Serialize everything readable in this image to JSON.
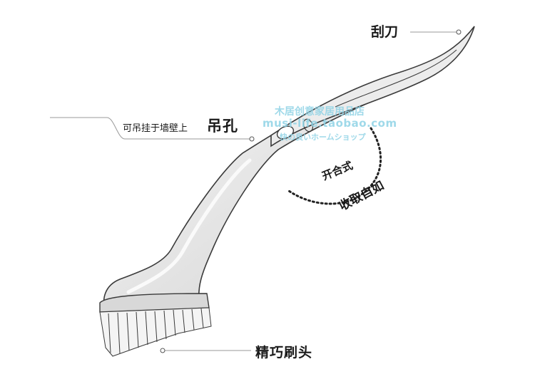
{
  "labels": {
    "scraper": "刮刀",
    "hole_desc": "可吊挂于墙壁上",
    "hole": "吊孔",
    "fold_line1": "开合式",
    "fold_line2": "收取自如",
    "brush_head": "精巧刷头"
  },
  "watermark": {
    "line1": "木居创意家居用品店",
    "line2": "musi-life.taobao.com",
    "line3": "快の良いホームショップ"
  },
  "colors": {
    "outline": "#3a3a3a",
    "leader": "#9a9a9a",
    "watermark": "#8fd3e6"
  }
}
